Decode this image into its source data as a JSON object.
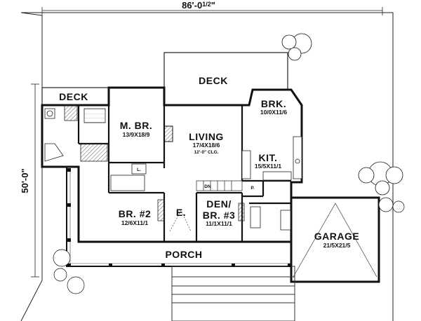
{
  "plan": {
    "overall_width": "86'-0",
    "overall_width_fraction": "1/2",
    "overall_width_suffix": "\"",
    "overall_depth": "50'-0\""
  },
  "rooms": {
    "deck_left": {
      "name": "DECK"
    },
    "deck_top": {
      "name": "DECK"
    },
    "master": {
      "name": "M. BR.",
      "dims": "13/9X18/9"
    },
    "living": {
      "name": "LIVING",
      "dims": "17/4X18/6",
      "note": "12'-0\" CLG."
    },
    "breakfast": {
      "name": "BRK.",
      "dims": "10/0X11/6"
    },
    "kitchen": {
      "name": "KIT.",
      "dims": "15/5X11/1"
    },
    "bedroom2": {
      "name": "BR. #2",
      "dims": "12/6X11/1"
    },
    "entry": {
      "name": "E."
    },
    "den": {
      "name": "DEN/",
      "name2": "BR. #3",
      "dims": "11/1X11/1"
    },
    "porch": {
      "name": "PORCH"
    },
    "garage": {
      "name": "GARAGE",
      "dims": "21/5X21/5"
    },
    "pantry": {
      "name": "P."
    },
    "linen": {
      "name": "L."
    },
    "stair": {
      "name": "DN"
    }
  },
  "colors": {
    "line": "#111111",
    "background": "#ffffff"
  }
}
